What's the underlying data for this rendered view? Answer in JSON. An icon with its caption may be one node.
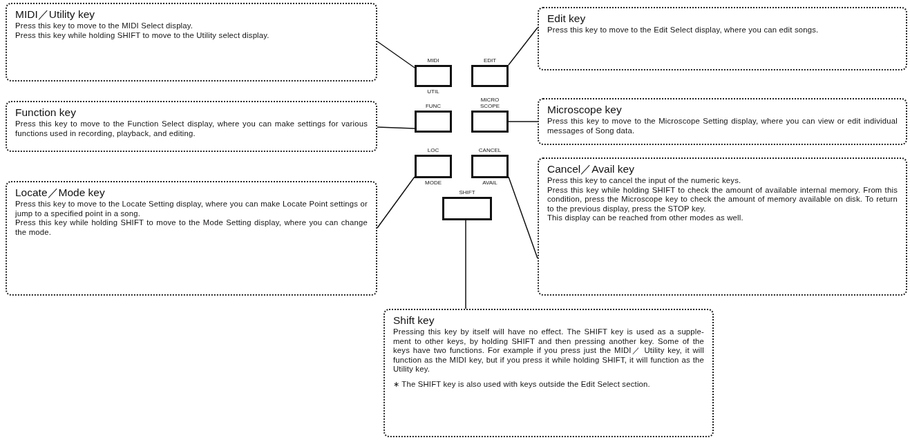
{
  "diagram": {
    "nodes": [
      {
        "text": [
          "MIDI／Utility key",
          "Press this key to move to the MIDI Select display.",
          "Press this key while holding SHIFT to move to the Utility select display."
        ]
      },
      {
        "text": [
          "Edit key",
          "Press this key to move to the Edit Select display, where you can edit songs."
        ]
      },
      {
        "text": [
          "Function key",
          "Press this key to move to the Function Select display, where you can make settings for various functions used in recording, playback, and editing."
        ]
      },
      {
        "text": [
          "Microscope key",
          "Press this key to move to the Microscope Setting display, where you can view or edit individual messages of Song data."
        ]
      },
      {
        "text": [
          "Locate／Mode key",
          "Press this key to move to the Locate Setting display, where you can make Locate Point settings or jump to a specified point in a song.",
          "Press this key while holding SHIFT to move to the Mode Setting display, where you can change the mode."
        ]
      },
      {
        "text": [
          "Cancel／Avail key",
          "Press this key to cancel the input of the numeric keys.",
          "Press this key while holding SHIFT to check the amount of available internal memory. From this condition, press the Microscope key to check the amount of memory available on disk. To return to the previous display, press the STOP key.",
          "This display can be reached from other modes as well."
        ]
      },
      {
        "text": [
          "Shift key",
          "Pressing this key by itself will have no effect. The SHIFT key is used as a supple- ment to other keys, by holding SHIFT and then pressing another key. Some of the keys have two functions. For example if you press just the MIDI／ Utility key, it will function as the MIDI key, but if you press it while holding SHIFT, it will function as the Utility key.",
          "∗ The SHIFT key is also used with keys outside the Edit Select section."
        ]
      },
      {
        "text": [
          "MIDI",
          "UTIL"
        ]
      },
      {
        "text": [
          "EDIT"
        ]
      },
      {
        "text": [
          "FUNC"
        ]
      },
      {
        "text": [
          "MICRO SCOPE"
        ]
      },
      {
        "text": [
          "LOC",
          "MODE"
        ]
      },
      {
        "text": [
          "CANCEL",
          "AVAIL"
        ]
      },
      {
        "text": [
          "SHIFT"
        ]
      }
    ],
    "edges": [
      {
        "from": 0,
        "to": 7,
        "arrow": "none"
      },
      {
        "from": 1,
        "to": 8,
        "arrow": "none"
      },
      {
        "from": 2,
        "to": 9,
        "arrow": "none"
      },
      {
        "from": 3,
        "to": 10,
        "arrow": "none"
      },
      {
        "from": 4,
        "to": 11,
        "arrow": "none"
      },
      {
        "from": 5,
        "to": 12,
        "arrow": "none"
      },
      {
        "from": 6,
        "to": 13,
        "arrow": "none"
      }
    ]
  }
}
